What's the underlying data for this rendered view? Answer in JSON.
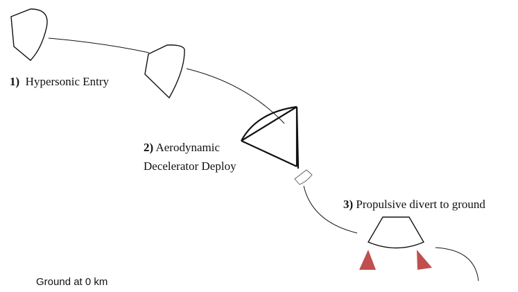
{
  "stages": [
    {
      "number": "1)",
      "text": "Hypersonic Entry"
    },
    {
      "number": "2)",
      "text": "Aerodynamic",
      "text2": "Decelerator Deploy"
    },
    {
      "number": "3)",
      "text": "Propulsive divert to ground"
    }
  ],
  "ground_label": "Ground at 0 km",
  "colors": {
    "line": "#111111",
    "thruster": "#c0504d",
    "background": "#ffffff"
  }
}
